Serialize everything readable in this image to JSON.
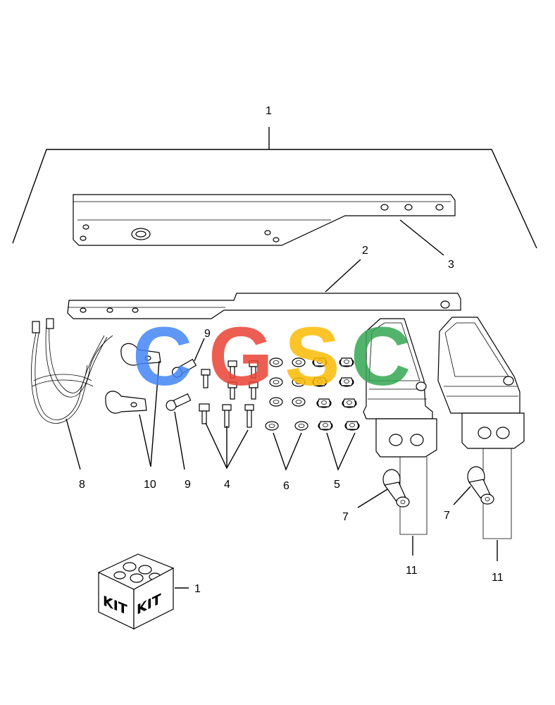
{
  "diagram": {
    "callouts": {
      "kit_top": "1",
      "bracket_lower": "2",
      "bracket_upper": "3",
      "bolts": "4",
      "nuts": "5",
      "washers": "6",
      "bulb_left": "7",
      "bulb_right": "7",
      "harness": "8",
      "terminal_upper": "9",
      "terminal_lower": "9",
      "clamps": "10",
      "lamp_left": "11",
      "lamp_right": "11",
      "kit_box": "1"
    },
    "kit_box_labels": [
      "KIT",
      "KIT"
    ],
    "watermark": {
      "text": "CGSC",
      "letters": [
        "C",
        "G",
        "S",
        "C"
      ],
      "colors": [
        "#4285F4",
        "#EA4335",
        "#FBBC05",
        "#34A853"
      ]
    }
  }
}
